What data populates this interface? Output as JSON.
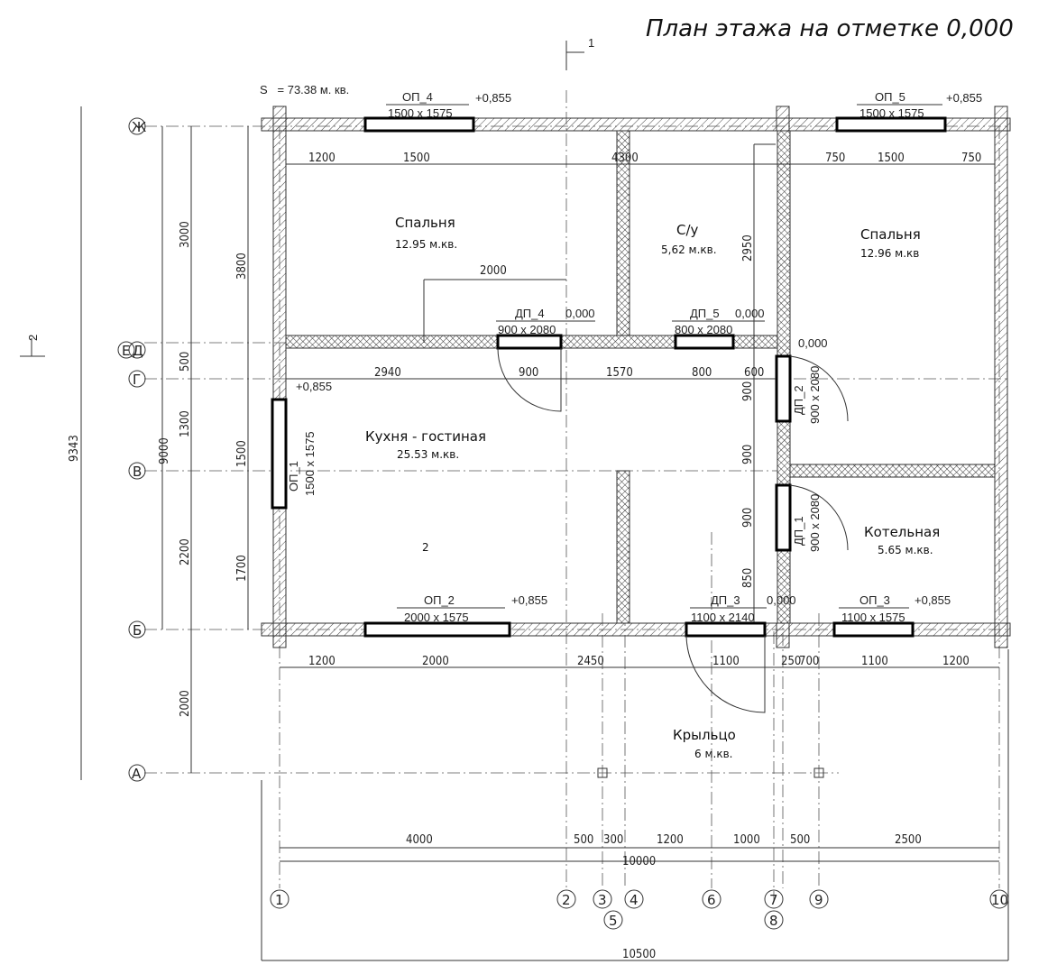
{
  "title": "План этажа на отметке 0,000",
  "area_total": "S   = 73.38 м. кв.",
  "section_marks": [
    "1",
    "2"
  ],
  "rooms": [
    {
      "name": "Спальня",
      "area": "12.95 м.кв."
    },
    {
      "name": "С/у",
      "area": "5,62 м.кв."
    },
    {
      "name": "Спальня",
      "area": "12.96 м.кв"
    },
    {
      "name": "Кухня - гостиная",
      "area": "25.53 м.кв."
    },
    {
      "name": "Котельная",
      "area": "5.65 м.кв."
    },
    {
      "name": "Крыльцо",
      "area": "6 м.кв."
    }
  ],
  "room_number": "2",
  "openings": [
    {
      "mark": "ОП_4",
      "size": "1500 x 1575",
      "level": "+0,855"
    },
    {
      "mark": "ОП_5",
      "size": "1500 x 1575",
      "level": "+0,855"
    },
    {
      "mark": "ДП_4",
      "size": "900 x 2080",
      "level": "0,000"
    },
    {
      "mark": "ДП_5",
      "size": "800 x 2080",
      "level": "0,000"
    },
    {
      "mark": "ДП_2",
      "size": "900 x 2080",
      "level": "0,000"
    },
    {
      "mark": "ОП_1",
      "size": "1500 x 1575",
      "level": "+0,855"
    },
    {
      "mark": "ДП_1",
      "size": "900 x 2080",
      "level": ""
    },
    {
      "mark": "ОП_2",
      "size": "2000 x 1575",
      "level": "+0,855"
    },
    {
      "mark": "ДП_3",
      "size": "1100 x 2140",
      "level": "0,000"
    },
    {
      "mark": "ОП_3",
      "size": "1100 x 1575",
      "level": "+0,855"
    }
  ],
  "axes_rows": [
    "Ж",
    "Е",
    "Д",
    "Г",
    "В",
    "Б",
    "А"
  ],
  "axes_cols": [
    "1",
    "2",
    "3",
    "4",
    "5",
    "6",
    "7",
    "8",
    "9",
    "10"
  ],
  "dims": {
    "top": [
      "1200",
      "1500",
      "4300",
      "750",
      "1500",
      "750"
    ],
    "mid": [
      "2940",
      "900",
      "1570",
      "800",
      "600"
    ],
    "bottom_wall": [
      "1200",
      "2000",
      "2450",
      "1100",
      "250",
      "700",
      "1100",
      "1200"
    ],
    "bottom": [
      "4000",
      "500",
      "300",
      "1200",
      "1000",
      "500",
      "2500"
    ],
    "total_10000": "10000",
    "total_10500": "10500",
    "left_a": [
      "3000",
      "500",
      "1300",
      "2200",
      "2000"
    ],
    "left_b": [
      "3800",
      "1500",
      "1700"
    ],
    "left_9000": "9000",
    "left_9343": "9343",
    "inner_v": [
      "2950",
      "900",
      "900",
      "900",
      "850"
    ],
    "door_2000": "2000"
  }
}
